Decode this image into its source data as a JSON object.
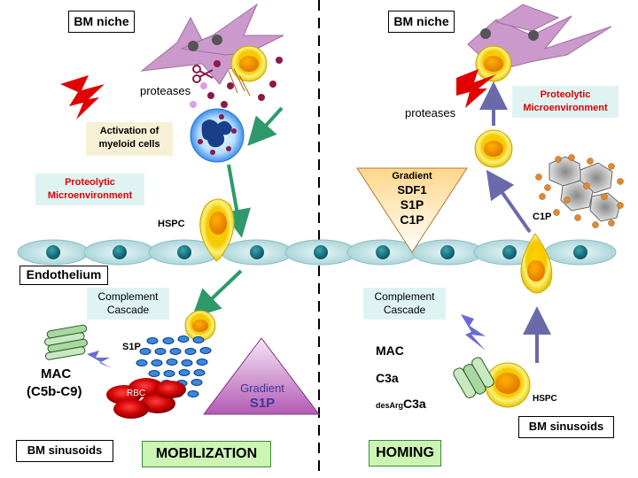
{
  "left": {
    "bm_niche": "BM niche",
    "proteases": "proteases",
    "activation_line1": "Activation of",
    "activation_line2": "myeloid cells",
    "proteolytic_line1": "Proteolytic",
    "proteolytic_line2": "Microenvironment",
    "hspc": "HSPC",
    "endothelium": "Endothelium",
    "complement_line1": "Complement",
    "complement_line2": "Cascade",
    "s1p": "S1P",
    "mac_line1": "MAC",
    "mac_line2": "(C5b-C9)",
    "rbc": "RBC",
    "gradient_line1": "Gradient",
    "gradient_line2": "S1P",
    "bm_sinusoids": "BM sinusoids",
    "mobilization": "MOBILIZATION"
  },
  "right": {
    "bm_niche": "BM niche",
    "proteases": "proteases",
    "proteolytic_line1": "Proteolytic",
    "proteolytic_line2": "Microenvironment",
    "gradient_line1": "Gradient",
    "gradient_line2": "SDF1",
    "gradient_line3": "S1P",
    "gradient_line4": "C1P",
    "c1p": "C1P",
    "complement_line1": "Complement",
    "complement_line2": "Cascade",
    "mac": "MAC",
    "c3a": "C3a",
    "desarg_sub": "desArg",
    "desarg_main": "C3a",
    "hspc": "HSPC",
    "bm_sinusoids": "BM sinusoids",
    "homing": "HOMING"
  },
  "colors": {
    "green_arrow": "#2e9a6a",
    "purple_arrow": "#6a6aaa",
    "red_text": "#e00000",
    "cell_yellow": "#f2d81a",
    "endothelium": "#cfe8ea",
    "nucleus": "#1a7a8a",
    "osteoblast": "#cc99cc",
    "rbc": "#cc0000",
    "s1p_dot": "#3a8ad8",
    "granule": "#8a1a4a",
    "c1p_dot": "#e08a30"
  }
}
